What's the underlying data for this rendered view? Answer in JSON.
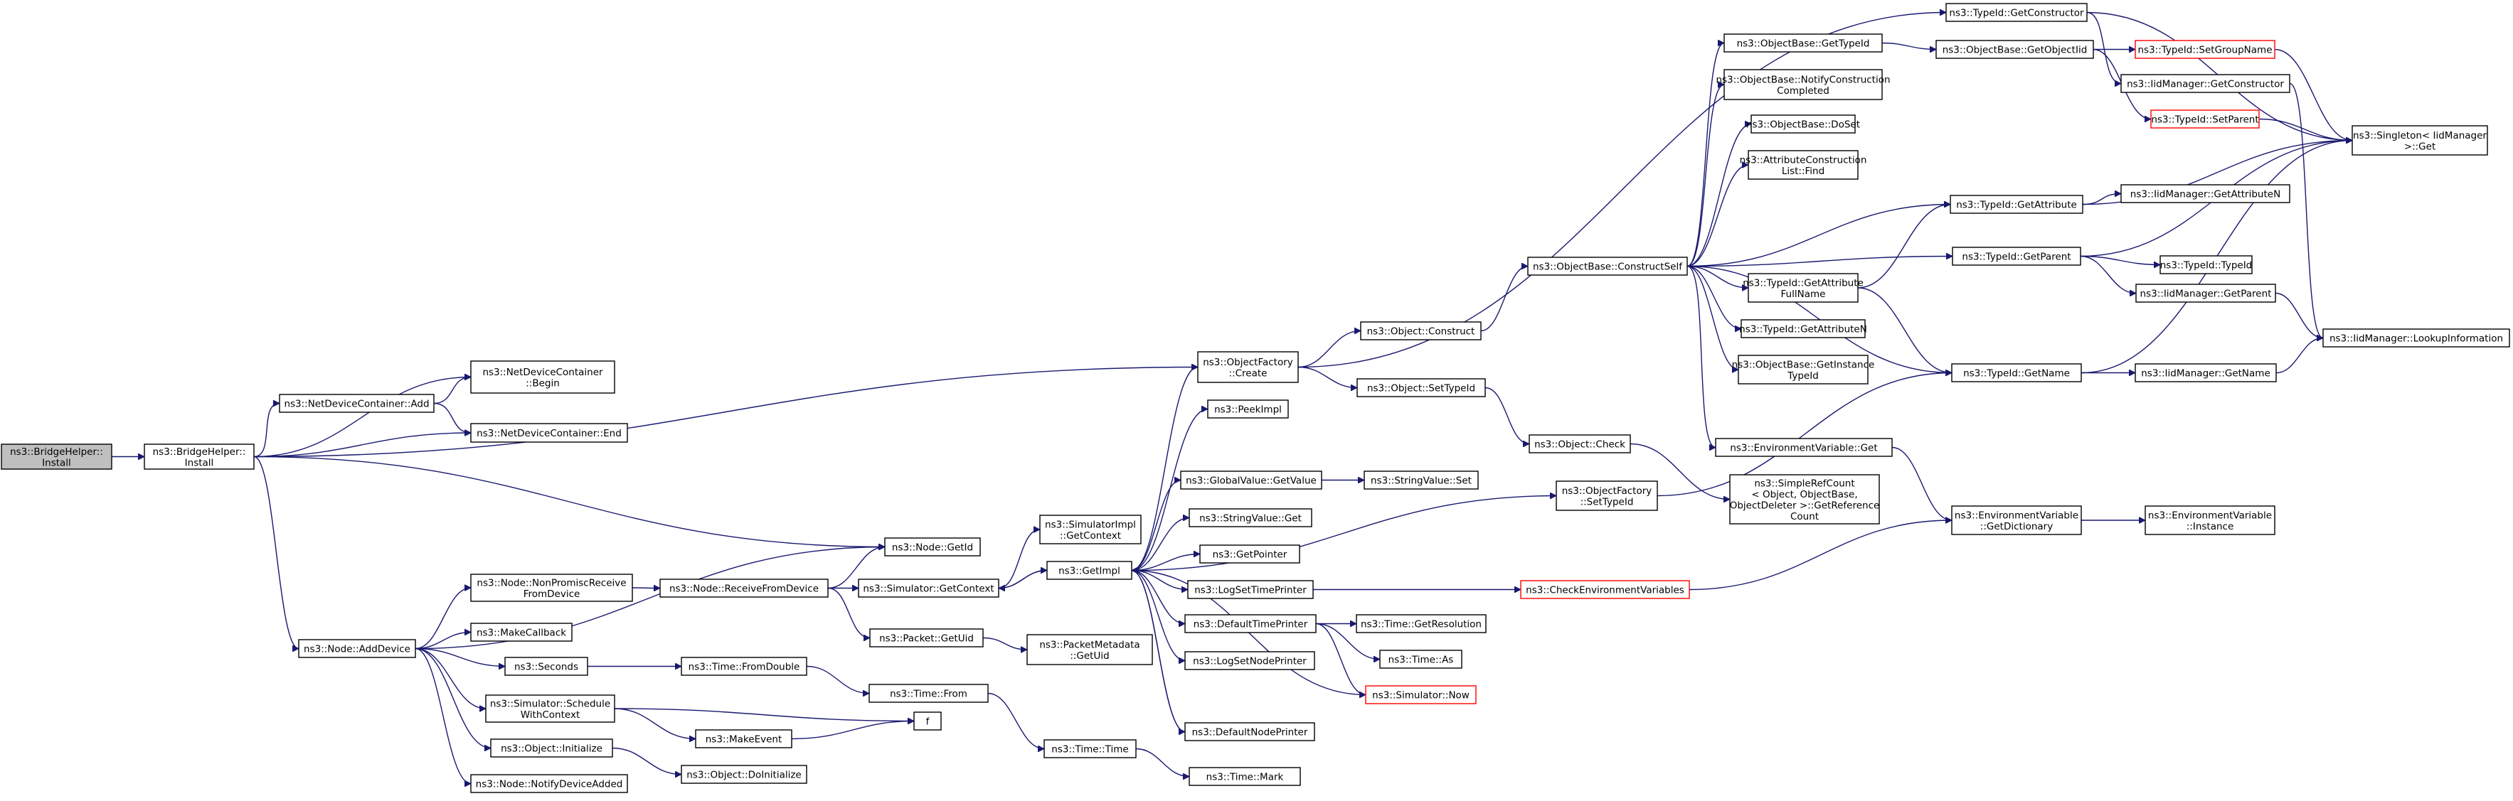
{
  "graph": {
    "nodes": {
      "bridgehelper_install_root": {
        "lines": [
          "ns3::BridgeHelper::",
          "Install"
        ]
      },
      "bridgehelper_install": {
        "lines": [
          "ns3::BridgeHelper::",
          "Install"
        ]
      },
      "netdevicecontainer_add": {
        "lines": [
          "ns3::NetDeviceContainer::Add"
        ]
      },
      "netdevicecontainer_begin": {
        "lines": [
          "ns3::NetDeviceContainer",
          "::Begin"
        ]
      },
      "netdevicecontainer_end": {
        "lines": [
          "ns3::NetDeviceContainer::End"
        ]
      },
      "node_adddevice": {
        "lines": [
          "ns3::Node::AddDevice"
        ]
      },
      "node_getid": {
        "lines": [
          "ns3::Node::GetId"
        ]
      },
      "node_nonpromiscreceive": {
        "lines": [
          "ns3::Node::NonPromiscReceive",
          "FromDevice"
        ]
      },
      "node_receivefromdevice": {
        "lines": [
          "ns3::Node::ReceiveFromDevice"
        ]
      },
      "makecallback": {
        "lines": [
          "ns3::MakeCallback"
        ]
      },
      "seconds": {
        "lines": [
          "ns3::Seconds"
        ]
      },
      "simulator_schedulewithcontext": {
        "lines": [
          "ns3::Simulator::Schedule",
          "WithContext"
        ]
      },
      "object_initialize": {
        "lines": [
          "ns3::Object::Initialize"
        ]
      },
      "node_notifydeviceadded": {
        "lines": [
          "ns3::Node::NotifyDeviceAdded"
        ]
      },
      "simulator_getcontext": {
        "lines": [
          "ns3::Simulator::GetContext"
        ]
      },
      "packet_getuid": {
        "lines": [
          "ns3::Packet::GetUid"
        ]
      },
      "time_fromdouble": {
        "lines": [
          "ns3::Time::FromDouble"
        ]
      },
      "time_from": {
        "lines": [
          "ns3::Time::From"
        ]
      },
      "makeevent": {
        "lines": [
          "ns3::MakeEvent"
        ]
      },
      "f": {
        "lines": [
          "f"
        ]
      },
      "object_doinitialize": {
        "lines": [
          "ns3::Object::DoInitialize"
        ]
      },
      "time_time": {
        "lines": [
          "ns3::Time::Time"
        ]
      },
      "time_mark": {
        "lines": [
          "ns3::Time::Mark"
        ]
      },
      "simulatorimpl_getcontext": {
        "lines": [
          "ns3::SimulatorImpl",
          "::GetContext"
        ]
      },
      "packetmetadata_getuid": {
        "lines": [
          "ns3::PacketMetadata",
          "::GetUid"
        ]
      },
      "getimpl": {
        "lines": [
          "ns3::GetImpl"
        ]
      },
      "objectfactory_create": {
        "lines": [
          "ns3::ObjectFactory",
          "::Create"
        ]
      },
      "peekimpl": {
        "lines": [
          "ns3::PeekImpl"
        ]
      },
      "globalvalue_getvalue": {
        "lines": [
          "ns3::GlobalValue::GetValue"
        ]
      },
      "stringvalue_get": {
        "lines": [
          "ns3::StringValue::Get"
        ]
      },
      "getpointer": {
        "lines": [
          "ns3::GetPointer"
        ]
      },
      "logsettimeprinter": {
        "lines": [
          "ns3::LogSetTimePrinter"
        ]
      },
      "defaulttimeprinter": {
        "lines": [
          "ns3::DefaultTimePrinter"
        ]
      },
      "logsetnodeprinter": {
        "lines": [
          "ns3::LogSetNodePrinter"
        ]
      },
      "defaultnodeprinter": {
        "lines": [
          "ns3::DefaultNodePrinter"
        ]
      },
      "object_construct": {
        "lines": [
          "ns3::Object::Construct"
        ]
      },
      "object_settypeid": {
        "lines": [
          "ns3::Object::SetTypeId"
        ]
      },
      "stringvalue_set": {
        "lines": [
          "ns3::StringValue::Set"
        ]
      },
      "objectfactory_settypeid": {
        "lines": [
          "ns3::ObjectFactory",
          "::SetTypeId"
        ]
      },
      "object_check": {
        "lines": [
          "ns3::Object::Check"
        ]
      },
      "checkenvironmentvariables": {
        "lines": [
          "ns3::CheckEnvironmentVariables"
        ]
      },
      "time_getresolution": {
        "lines": [
          "ns3::Time::GetResolution"
        ]
      },
      "time_as": {
        "lines": [
          "ns3::Time::As"
        ]
      },
      "simulator_now": {
        "lines": [
          "ns3::Simulator::Now"
        ]
      },
      "objectbase_constructself": {
        "lines": [
          "ns3::ObjectBase::ConstructSelf"
        ]
      },
      "objectbase_gettypeid": {
        "lines": [
          "ns3::ObjectBase::GetTypeId"
        ]
      },
      "objectbase_notifyconstructioncompleted": {
        "lines": [
          "ns3::ObjectBase::NotifyConstruction",
          "Completed"
        ]
      },
      "objectbase_doset": {
        "lines": [
          "ns3::ObjectBase::DoSet"
        ]
      },
      "attributeconstructionlist_find": {
        "lines": [
          "ns3::AttributeConstruction",
          "List::Find"
        ]
      },
      "typeid_getattributefullname": {
        "lines": [
          "ns3::TypeId::GetAttribute",
          "FullName"
        ]
      },
      "typeid_getattributen": {
        "lines": [
          "ns3::TypeId::GetAttributeN"
        ]
      },
      "objectbase_getinstancetypeid": {
        "lines": [
          "ns3::ObjectBase::GetInstance",
          "TypeId"
        ]
      },
      "environmentvariable_get": {
        "lines": [
          "ns3::EnvironmentVariable::Get"
        ]
      },
      "simplerefcount": {
        "lines": [
          "ns3::SimpleRefCount",
          "< Object, ObjectBase,",
          "ObjectDeleter >::GetReference",
          "Count"
        ]
      },
      "typeid_getconstructor": {
        "lines": [
          "ns3::TypeId::GetConstructor"
        ]
      },
      "objectbase_getobjectiid": {
        "lines": [
          "ns3::ObjectBase::GetObjectIid"
        ]
      },
      "iidmanager_getconstructor": {
        "lines": [
          "ns3::IidManager::GetConstructor"
        ]
      },
      "typeid_setgroupname": {
        "lines": [
          "ns3::TypeId::SetGroupName"
        ]
      },
      "typeid_setparent": {
        "lines": [
          "ns3::TypeId::SetParent"
        ]
      },
      "typeid_getattribute": {
        "lines": [
          "ns3::TypeId::GetAttribute"
        ]
      },
      "iidmanager_getattributen": {
        "lines": [
          "ns3::IidManager::GetAttributeN"
        ]
      },
      "typeid_getparent": {
        "lines": [
          "ns3::TypeId::GetParent"
        ]
      },
      "typeid_typeid": {
        "lines": [
          "ns3::TypeId::TypeId"
        ]
      },
      "typeid_getname": {
        "lines": [
          "ns3::TypeId::GetName"
        ]
      },
      "iidmanager_getparent": {
        "lines": [
          "ns3::IidManager::GetParent"
        ]
      },
      "iidmanager_getname": {
        "lines": [
          "ns3::IidManager::GetName"
        ]
      },
      "environmentvariable_getdictionary": {
        "lines": [
          "ns3::EnvironmentVariable",
          "::GetDictionary"
        ]
      },
      "environmentvariable_instance": {
        "lines": [
          "ns3::EnvironmentVariable",
          "::Instance"
        ]
      },
      "singleton_get": {
        "lines": [
          "ns3::Singleton< IidManager",
          ">::Get"
        ]
      },
      "iidmanager_lookupinformation": {
        "lines": [
          "ns3::IidManager::LookupInformation"
        ]
      }
    }
  }
}
